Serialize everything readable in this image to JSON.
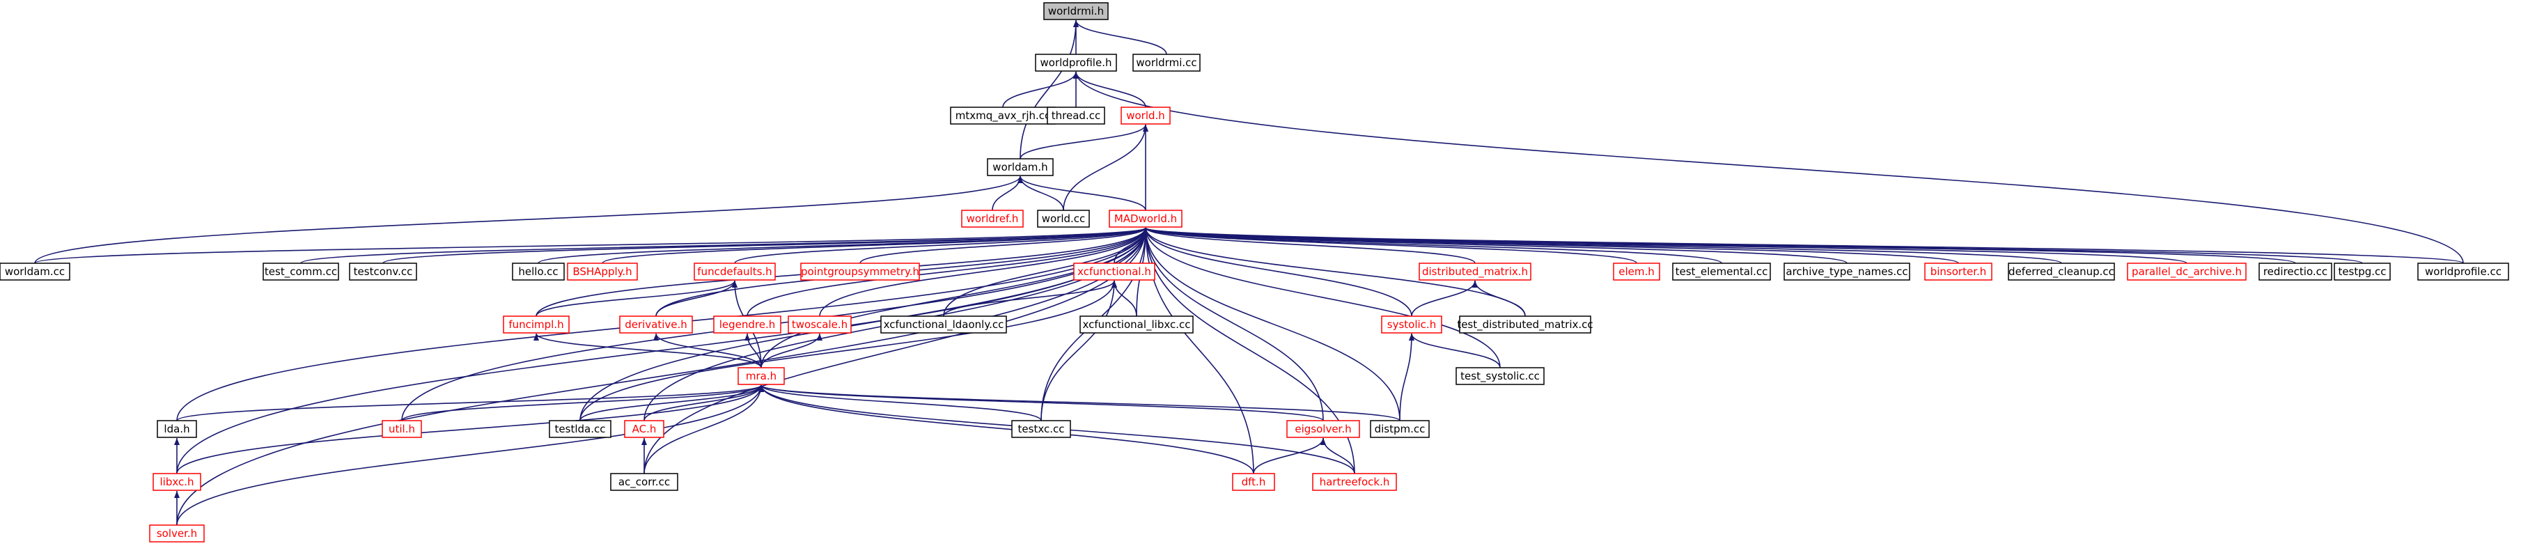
{
  "colors": {
    "edge": "#191970",
    "root_fill": "#bfbfbf",
    "node_fill": "#ffffff",
    "border_black": "#000000",
    "border_red": "#ff0000",
    "text_black": "#000000",
    "text_red": "#ff0000"
  },
  "nodes": [
    {
      "id": "worldrmi_h",
      "label": "worldrmi.h",
      "style": "root"
    },
    {
      "id": "worldprofile_h",
      "label": "worldprofile.h",
      "style": "black"
    },
    {
      "id": "worldrmi_cc",
      "label": "worldrmi.cc",
      "style": "black"
    },
    {
      "id": "mtxmq",
      "label": "mtxmq_avx_rjh.cc",
      "style": "black"
    },
    {
      "id": "thread_cc",
      "label": "thread.cc",
      "style": "black"
    },
    {
      "id": "world_h",
      "label": "world.h",
      "style": "red"
    },
    {
      "id": "worldam_h",
      "label": "worldam.h",
      "style": "black"
    },
    {
      "id": "worldref_h",
      "label": "worldref.h",
      "style": "red"
    },
    {
      "id": "world_cc",
      "label": "world.cc",
      "style": "black"
    },
    {
      "id": "madworld_h",
      "label": "MADworld.h",
      "style": "red"
    },
    {
      "id": "worldam_cc",
      "label": "worldam.cc",
      "style": "black"
    },
    {
      "id": "test_comm_cc",
      "label": "test_comm.cc",
      "style": "black"
    },
    {
      "id": "testconv_cc",
      "label": "testconv.cc",
      "style": "black"
    },
    {
      "id": "hello_cc",
      "label": "hello.cc",
      "style": "black"
    },
    {
      "id": "bshapply_h",
      "label": "BSHApply.h",
      "style": "red"
    },
    {
      "id": "funcdefaults_h",
      "label": "funcdefaults.h",
      "style": "red"
    },
    {
      "id": "pointgroupsym_h",
      "label": "pointgroupsymmetry.h",
      "style": "red"
    },
    {
      "id": "xcfunctional_h",
      "label": "xcfunctional.h",
      "style": "red"
    },
    {
      "id": "distributed_matrix_h",
      "label": "distributed_matrix.h",
      "style": "red"
    },
    {
      "id": "elem_h",
      "label": "elem.h",
      "style": "red"
    },
    {
      "id": "test_elemental_cc",
      "label": "test_elemental.cc",
      "style": "black"
    },
    {
      "id": "archive_type_names_cc",
      "label": "archive_type_names.cc",
      "style": "black"
    },
    {
      "id": "binsorter_h",
      "label": "binsorter.h",
      "style": "red"
    },
    {
      "id": "deferred_cleanup_cc",
      "label": "deferred_cleanup.cc",
      "style": "black"
    },
    {
      "id": "parallel_dc_archive_h",
      "label": "parallel_dc_archive.h",
      "style": "red"
    },
    {
      "id": "redirectio_cc",
      "label": "redirectio.cc",
      "style": "black"
    },
    {
      "id": "testpg_cc",
      "label": "testpg.cc",
      "style": "black"
    },
    {
      "id": "worldprofile_cc",
      "label": "worldprofile.cc",
      "style": "black"
    },
    {
      "id": "funcimpl_h",
      "label": "funcimpl.h",
      "style": "red"
    },
    {
      "id": "derivative_h",
      "label": "derivative.h",
      "style": "red"
    },
    {
      "id": "legendre_h",
      "label": "legendre.h",
      "style": "red"
    },
    {
      "id": "twoscale_h",
      "label": "twoscale.h",
      "style": "red"
    },
    {
      "id": "xcfunctional_ldaonly_cc",
      "label": "xcfunctional_ldaonly.cc",
      "style": "black"
    },
    {
      "id": "xcfunctional_libxc_cc",
      "label": "xcfunctional_libxc.cc",
      "style": "black"
    },
    {
      "id": "systolic_h",
      "label": "systolic.h",
      "style": "red"
    },
    {
      "id": "test_distributed_matrix_cc",
      "label": "test_distributed_matrix.cc",
      "style": "black"
    },
    {
      "id": "test_systolic_cc",
      "label": "test_systolic.cc",
      "style": "black"
    },
    {
      "id": "mra_h",
      "label": "mra.h",
      "style": "red"
    },
    {
      "id": "lda_h",
      "label": "lda.h",
      "style": "black"
    },
    {
      "id": "util_h",
      "label": "util.h",
      "style": "red"
    },
    {
      "id": "testlda_cc",
      "label": "testlda.cc",
      "style": "black"
    },
    {
      "id": "ac_h",
      "label": "AC.h",
      "style": "red"
    },
    {
      "id": "testxc_cc",
      "label": "testxc.cc",
      "style": "black"
    },
    {
      "id": "eigsolver_h",
      "label": "eigsolver.h",
      "style": "red"
    },
    {
      "id": "distpm_cc",
      "label": "distpm.cc",
      "style": "black"
    },
    {
      "id": "libxc_h",
      "label": "libxc.h",
      "style": "red"
    },
    {
      "id": "ac_corr_cc",
      "label": "ac_corr.cc",
      "style": "black"
    },
    {
      "id": "dft_h",
      "label": "dft.h",
      "style": "red"
    },
    {
      "id": "hartreefock_h",
      "label": "hartreefock.h",
      "style": "red"
    },
    {
      "id": "solver_h",
      "label": "solver.h",
      "style": "red"
    }
  ],
  "edges": [
    [
      "worldrmi_h",
      "worldprofile_h"
    ],
    [
      "worldrmi_h",
      "worldrmi_cc"
    ],
    [
      "worldrmi_h",
      "worldam_h"
    ],
    [
      "worldprofile_h",
      "mtxmq"
    ],
    [
      "worldprofile_h",
      "thread_cc"
    ],
    [
      "worldprofile_h",
      "world_h"
    ],
    [
      "worldprofile_h",
      "worldprofile_cc"
    ],
    [
      "world_h",
      "worldam_h"
    ],
    [
      "world_h",
      "world_cc"
    ],
    [
      "world_h",
      "madworld_h"
    ],
    [
      "worldam_h",
      "worldref_h"
    ],
    [
      "worldam_h",
      "world_cc"
    ],
    [
      "worldam_h",
      "madworld_h"
    ],
    [
      "worldam_h",
      "worldam_cc"
    ],
    [
      "madworld_h",
      "worldam_cc"
    ],
    [
      "madworld_h",
      "test_comm_cc"
    ],
    [
      "madworld_h",
      "testconv_cc"
    ],
    [
      "madworld_h",
      "hello_cc"
    ],
    [
      "madworld_h",
      "bshapply_h"
    ],
    [
      "madworld_h",
      "funcdefaults_h"
    ],
    [
      "madworld_h",
      "pointgroupsym_h"
    ],
    [
      "madworld_h",
      "xcfunctional_h"
    ],
    [
      "madworld_h",
      "distributed_matrix_h"
    ],
    [
      "madworld_h",
      "elem_h"
    ],
    [
      "madworld_h",
      "test_elemental_cc"
    ],
    [
      "madworld_h",
      "archive_type_names_cc"
    ],
    [
      "madworld_h",
      "binsorter_h"
    ],
    [
      "madworld_h",
      "deferred_cleanup_cc"
    ],
    [
      "madworld_h",
      "parallel_dc_archive_h"
    ],
    [
      "madworld_h",
      "redirectio_cc"
    ],
    [
      "madworld_h",
      "testpg_cc"
    ],
    [
      "madworld_h",
      "worldprofile_cc"
    ],
    [
      "madworld_h",
      "funcimpl_h"
    ],
    [
      "madworld_h",
      "derivative_h"
    ],
    [
      "madworld_h",
      "legendre_h"
    ],
    [
      "madworld_h",
      "twoscale_h"
    ],
    [
      "madworld_h",
      "xcfunctional_ldaonly_cc"
    ],
    [
      "madworld_h",
      "xcfunctional_libxc_cc"
    ],
    [
      "madworld_h",
      "systolic_h"
    ],
    [
      "madworld_h",
      "test_distributed_matrix_cc"
    ],
    [
      "madworld_h",
      "test_systolic_cc"
    ],
    [
      "madworld_h",
      "mra_h"
    ],
    [
      "madworld_h",
      "lda_h"
    ],
    [
      "madworld_h",
      "util_h"
    ],
    [
      "madworld_h",
      "testlda_cc"
    ],
    [
      "madworld_h",
      "ac_h"
    ],
    [
      "madworld_h",
      "testxc_cc"
    ],
    [
      "madworld_h",
      "eigsolver_h"
    ],
    [
      "madworld_h",
      "distpm_cc"
    ],
    [
      "madworld_h",
      "libxc_h"
    ],
    [
      "madworld_h",
      "ac_corr_cc"
    ],
    [
      "madworld_h",
      "dft_h"
    ],
    [
      "madworld_h",
      "hartreefock_h"
    ],
    [
      "madworld_h",
      "solver_h"
    ],
    [
      "funcdefaults_h",
      "funcimpl_h"
    ],
    [
      "funcdefaults_h",
      "derivative_h"
    ],
    [
      "funcdefaults_h",
      "mra_h"
    ],
    [
      "xcfunctional_h",
      "xcfunctional_ldaonly_cc"
    ],
    [
      "xcfunctional_h",
      "xcfunctional_libxc_cc"
    ],
    [
      "xcfunctional_h",
      "testxc_cc"
    ],
    [
      "xcfunctional_h",
      "testlda_cc"
    ],
    [
      "distributed_matrix_h",
      "systolic_h"
    ],
    [
      "distributed_matrix_h",
      "test_distributed_matrix_cc"
    ],
    [
      "systolic_h",
      "test_systolic_cc"
    ],
    [
      "systolic_h",
      "distpm_cc"
    ],
    [
      "funcimpl_h",
      "mra_h"
    ],
    [
      "derivative_h",
      "mra_h"
    ],
    [
      "legendre_h",
      "mra_h"
    ],
    [
      "twoscale_h",
      "mra_h"
    ],
    [
      "mra_h",
      "lda_h"
    ],
    [
      "mra_h",
      "util_h"
    ],
    [
      "mra_h",
      "testlda_cc"
    ],
    [
      "mra_h",
      "ac_h"
    ],
    [
      "mra_h",
      "testxc_cc"
    ],
    [
      "mra_h",
      "eigsolver_h"
    ],
    [
      "mra_h",
      "distpm_cc"
    ],
    [
      "mra_h",
      "libxc_h"
    ],
    [
      "mra_h",
      "ac_corr_cc"
    ],
    [
      "mra_h",
      "dft_h"
    ],
    [
      "mra_h",
      "hartreefock_h"
    ],
    [
      "mra_h",
      "solver_h"
    ],
    [
      "lda_h",
      "libxc_h"
    ],
    [
      "libxc_h",
      "solver_h"
    ],
    [
      "ac_h",
      "ac_corr_cc"
    ],
    [
      "eigsolver_h",
      "dft_h"
    ],
    [
      "eigsolver_h",
      "hartreefock_h"
    ]
  ]
}
